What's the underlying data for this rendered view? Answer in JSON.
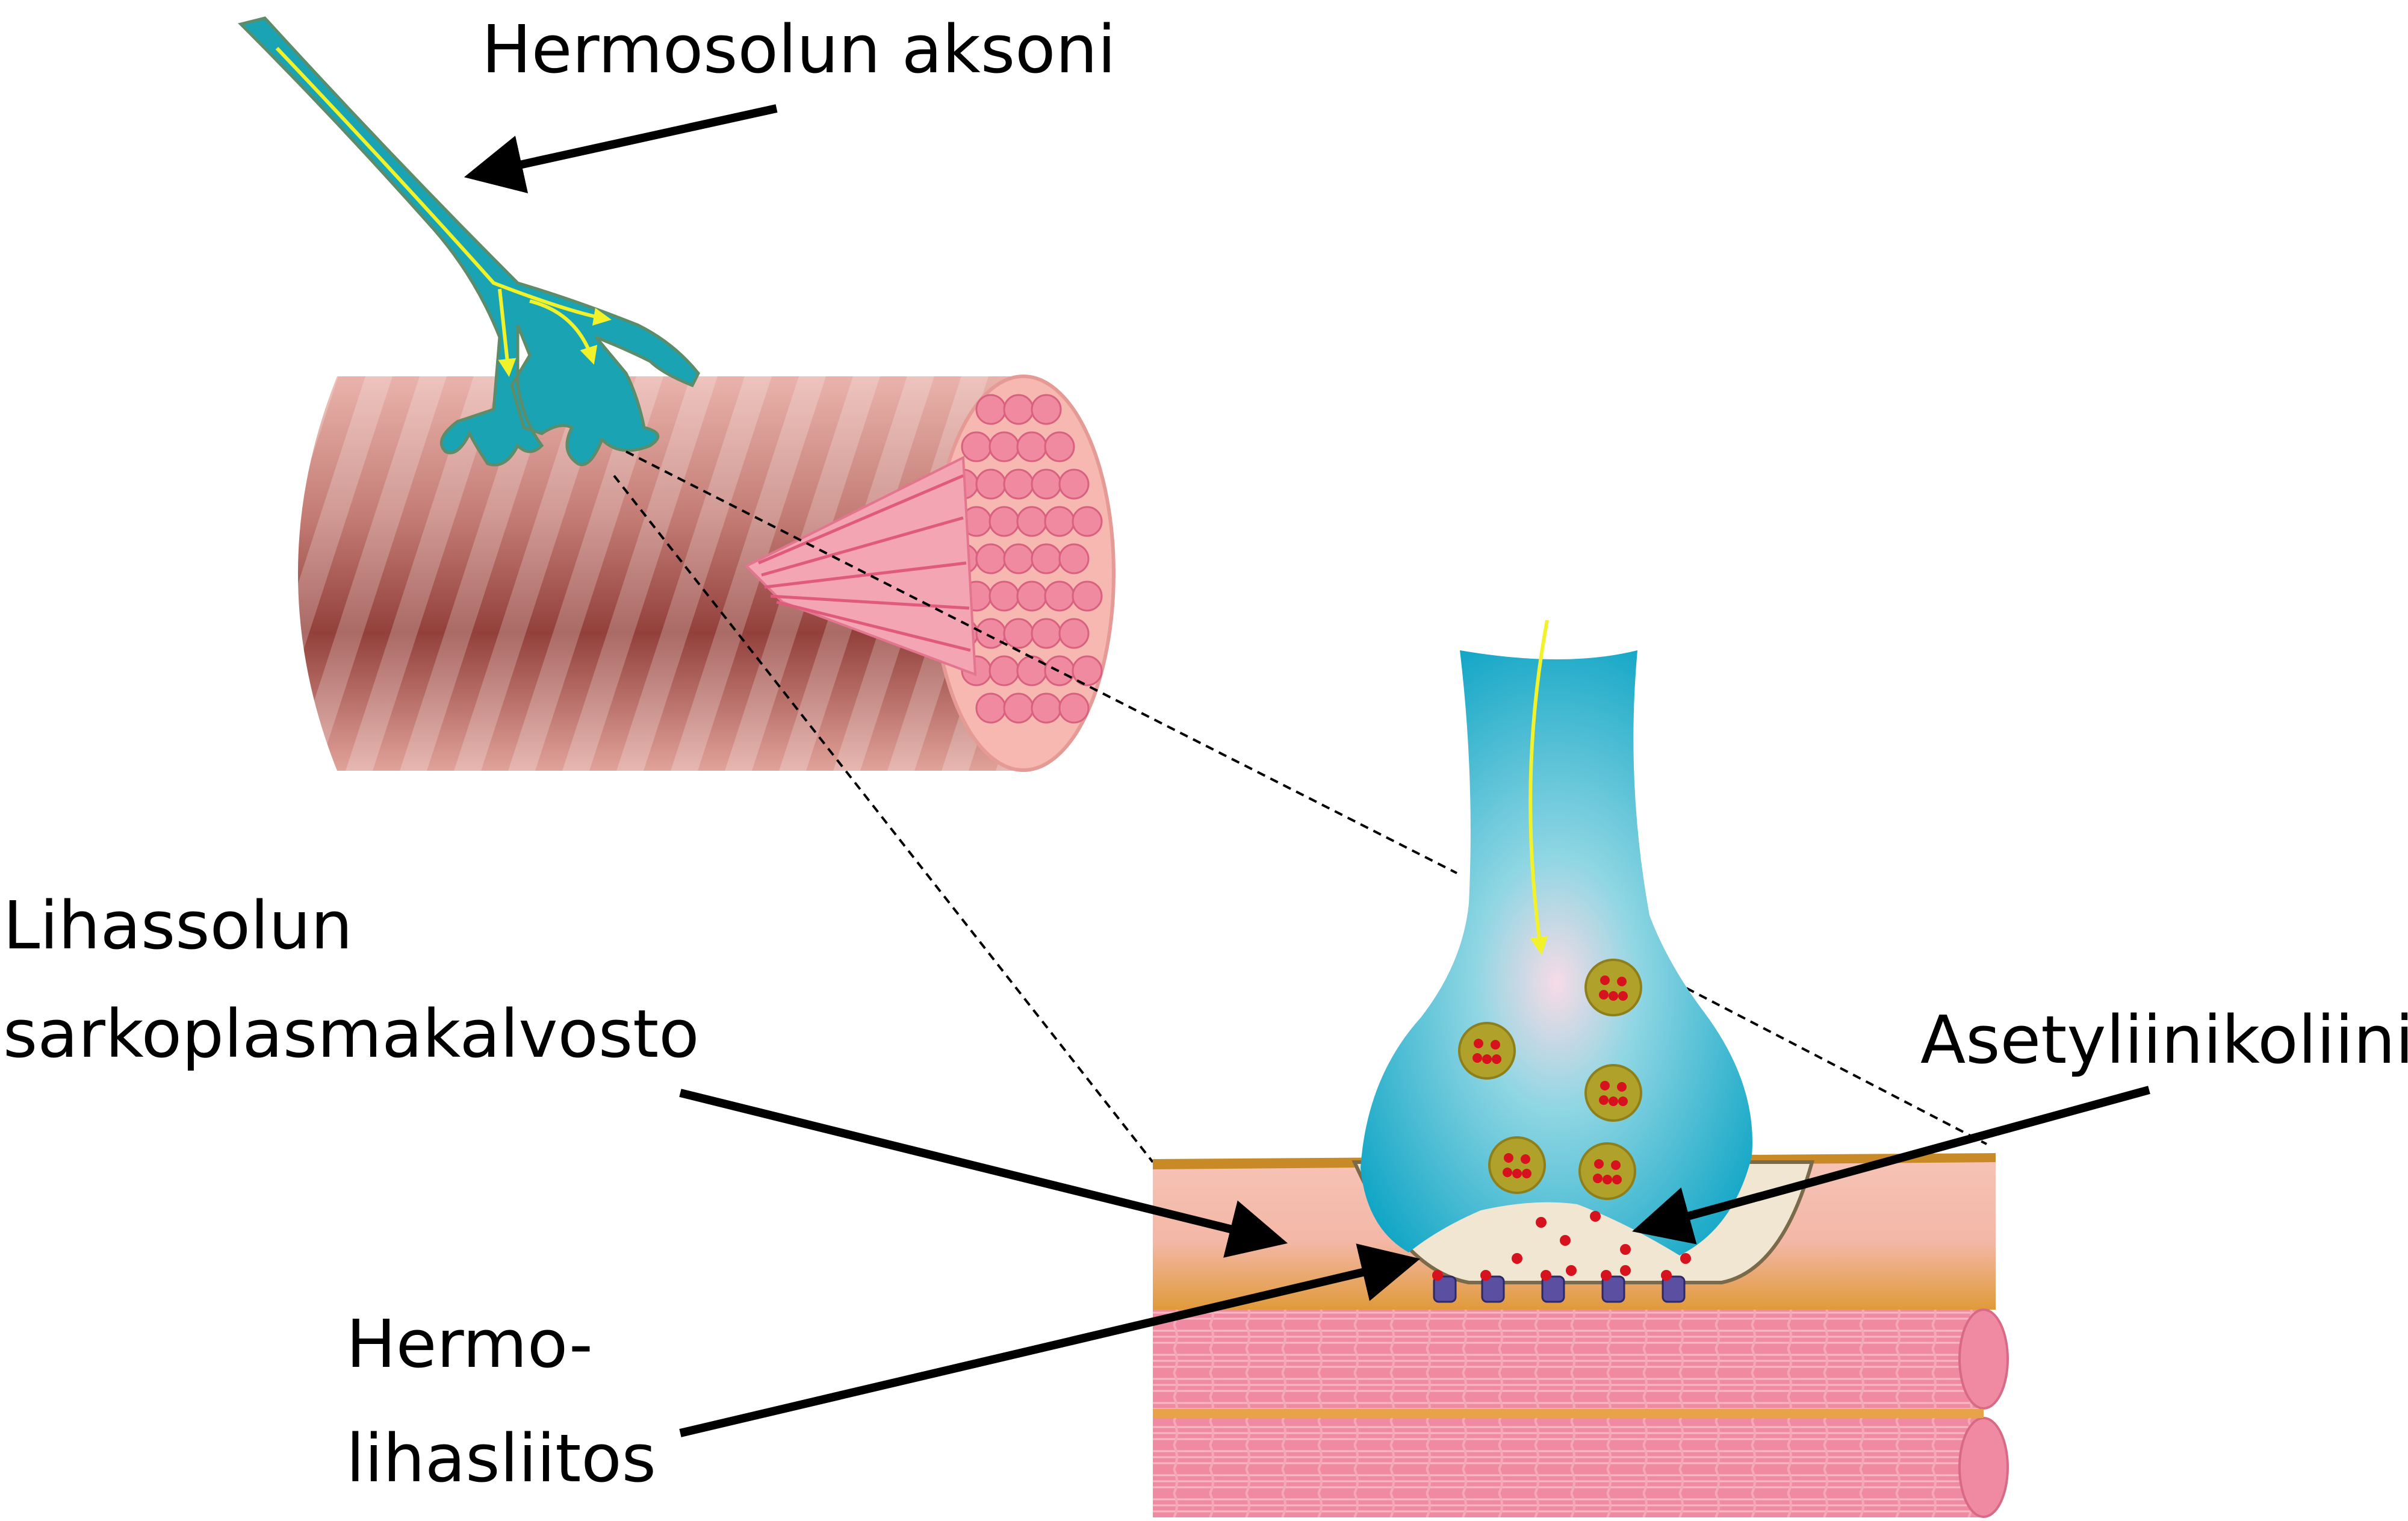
{
  "labels": {
    "axon": "Hermosolun aksoni",
    "sarcolemma_line1": "Lihassolun",
    "sarcolemma_line2": "sarkoplasmakalvosto",
    "acetylcholine": "Asetyliinikoliini",
    "junction_line1": "Hermo-",
    "junction_line2": "lihasliitos"
  },
  "colors": {
    "axon": "#1aa3b3",
    "axon_outline": "#5c8c6a",
    "signal_arrow": "#f2f22a",
    "muscle_fiber": "#b9726f",
    "muscle_dark": "#8f3f3b",
    "fibril": "#e98aa0",
    "terminal": "#17a9c8",
    "vesicle": "#b0a12b",
    "ach": "#d7121f",
    "receptor": "#5a4fa0",
    "membrane_pink": "#f4bdb0",
    "membrane_orange": "#d9962f",
    "arrow": "#000000"
  }
}
